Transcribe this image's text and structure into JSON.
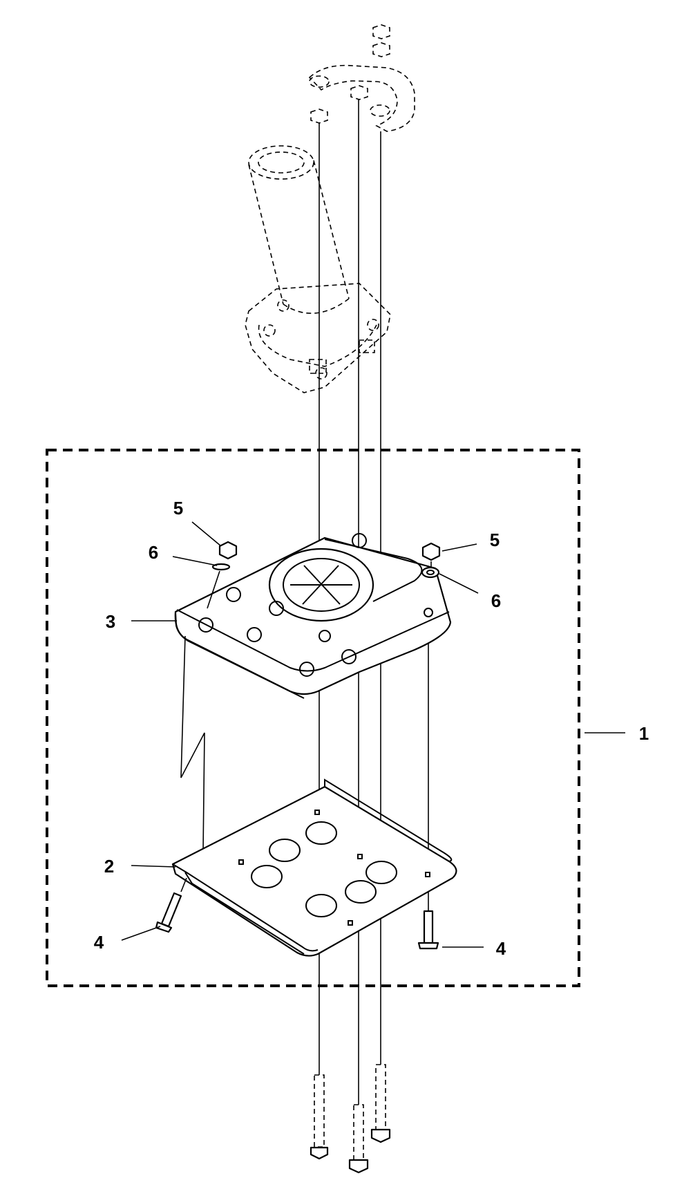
{
  "callouts": {
    "c1": "1",
    "c2": "2",
    "c3": "3",
    "c4a": "4",
    "c4b": "4",
    "c5a": "5",
    "c5b": "5",
    "c6a": "6",
    "c6b": "6"
  }
}
